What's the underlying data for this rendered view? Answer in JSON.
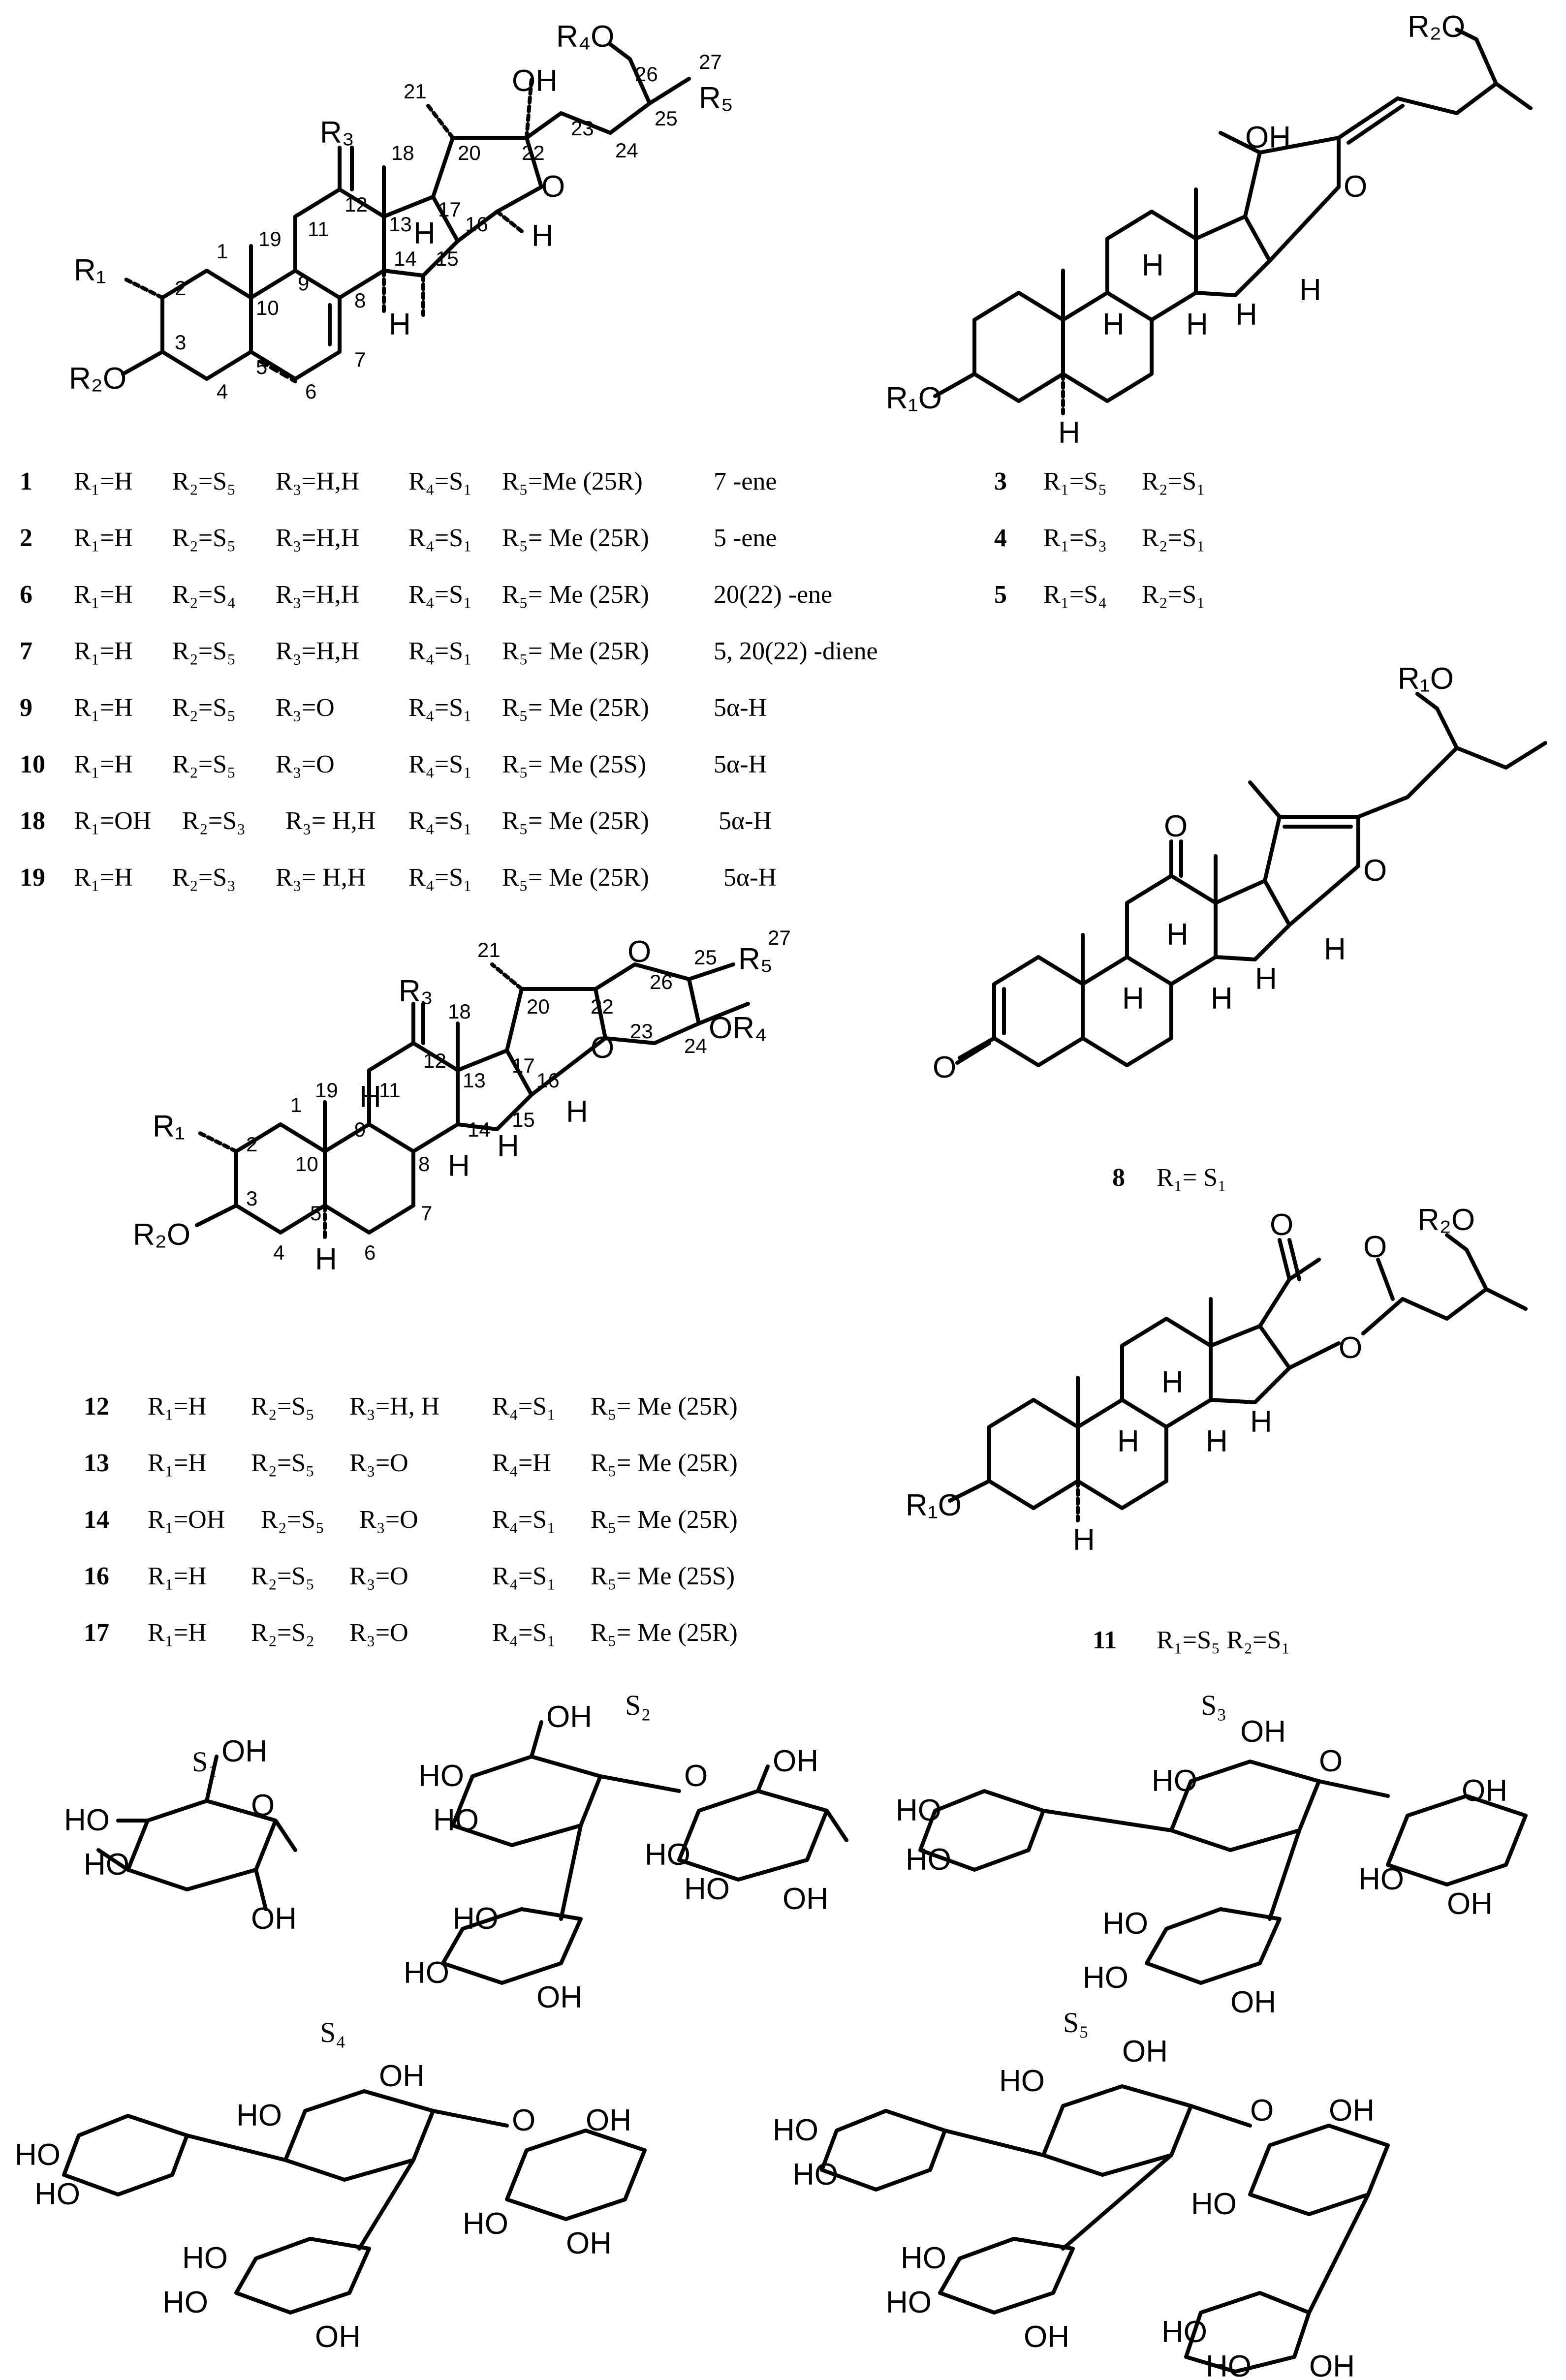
{
  "colors": {
    "ink": "#000000",
    "background": "#ffffff"
  },
  "top_left_table": {
    "rows": [
      {
        "id": "1",
        "r1": "R₁=H",
        "r2": "R₂=S₅",
        "r3": "R₃=H,H",
        "r4": "R₄=S₁",
        "r5": "R₅=Me (25R)",
        "note": "7 -ene"
      },
      {
        "id": "2",
        "r1": "R₁=H",
        "r2": "R₂=S₅",
        "r3": "R₃=H,H",
        "r4": "R₄=S₁",
        "r5": "R₅= Me (25R)",
        "note": "5 -ene"
      },
      {
        "id": "6",
        "r1": "R₁=H",
        "r2": "R₂=S₄",
        "r3": "R₃=H,H",
        "r4": "R₄=S₁",
        "r5": "R₅= Me (25R)",
        "note": "20(22) -ene"
      },
      {
        "id": "7",
        "r1": "R₁=H",
        "r2": "R₂=S₅",
        "r3": "R₃=H,H",
        "r4": "R₄=S₁",
        "r5": "R₅= Me (25R)",
        "note": "5, 20(22) -diene"
      },
      {
        "id": "9",
        "r1": "R₁=H",
        "r2": "R₂=S₅",
        "r3": "R₃=O",
        "r4": "R₄=S₁",
        "r5": "R₅= Me (25R)",
        "note": "5α-H"
      },
      {
        "id": "10",
        "r1": "R₁=H",
        "r2": "R₂=S₅",
        "r3": "R₃=O",
        "r4": "R₄=S₁",
        "r5": "R₅= Me (25S)",
        "note": "5α-H"
      },
      {
        "id": "18",
        "r1": "R₁=OH",
        "r2": "R₂=S₃",
        "r3": "R₃= H,H",
        "r4": "R₄=S₁",
        "r5": "R₅= Me (25R)",
        "note": "5α-H"
      },
      {
        "id": "19",
        "r1": "R₁=H",
        "r2": "R₂=S₃",
        "r3": "R₃= H,H",
        "r4": "R₄=S₁",
        "r5": "R₅= Me (25R)",
        "note": "5α-H"
      }
    ]
  },
  "top_right_table": {
    "rows": [
      {
        "id": "3",
        "r1": "R₁=S₅",
        "r2": "R₂=S₁"
      },
      {
        "id": "4",
        "r1": "R₁=S₃",
        "r2": "R₂=S₁"
      },
      {
        "id": "5",
        "r1": "R₁=S₄",
        "r2": "R₂=S₁"
      }
    ]
  },
  "compound_8": {
    "id": "8",
    "subst": "R₁= S₁"
  },
  "compound_11": {
    "id": "11",
    "subst": "R₁=S₅   R₂=S₁"
  },
  "middle_table": {
    "rows": [
      {
        "id": "12",
        "r1": "R₁=H",
        "r2": "R₂=S₅",
        "r3": "R₃=H, H",
        "r4": "R₄=S₁",
        "r5": "R₅= Me (25R)"
      },
      {
        "id": "13",
        "r1": "R₁=H",
        "r2": "R₂=S₅",
        "r3": "R₃=O",
        "r4": "R₄=H",
        "r5": "R₅= Me (25R)"
      },
      {
        "id": "14",
        "r1": "R₁=OH",
        "r2": "R₂=S₅",
        "r3": "R₃=O",
        "r4": "R₄=S₁",
        "r5": "R₅= Me (25R)"
      },
      {
        "id": "16",
        "r1": "R₁=H",
        "r2": "R₂=S₅",
        "r3": "R₃=O",
        "r4": "R₄=S₁",
        "r5": "R₅= Me (25S)"
      },
      {
        "id": "17",
        "r1": "R₁=H",
        "r2": "R₂=S₂",
        "r3": "R₃=O",
        "r4": "R₄=S₁",
        "r5": "R₅= Me (25R)"
      }
    ]
  },
  "sugar_labels": {
    "s1": "S₁",
    "s2": "S₂",
    "s3": "S₃",
    "s4": "S₄",
    "s5": "S₅"
  },
  "atoms": {
    "oh": "OH",
    "ho": "HO",
    "h": "H",
    "o": "O",
    "r1": "R₁",
    "r2o": "R₂O",
    "r3": "R₃",
    "r4o": "R₄O",
    "r5": "R₅",
    "r1o": "R₁O",
    "or4": "OR₄",
    "r2o_top": "R₂O"
  },
  "carbon_numbers": [
    "1",
    "2",
    "3",
    "4",
    "5",
    "6",
    "7",
    "8",
    "9",
    "10",
    "11",
    "12",
    "13",
    "14",
    "15",
    "16",
    "17",
    "18",
    "19",
    "20",
    "21",
    "22",
    "23",
    "24",
    "25",
    "26",
    "27"
  ]
}
